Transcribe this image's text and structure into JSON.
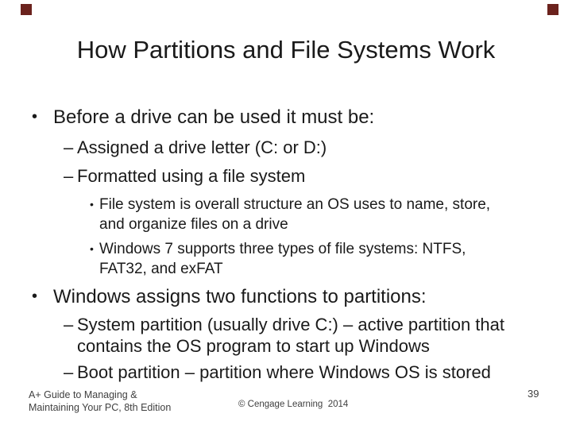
{
  "slide": {
    "title": "How Partitions and File Systems Work",
    "accent_color": "#6b221d",
    "text_color": "#1a1a1a",
    "footer_color": "#404040",
    "bullets": [
      {
        "level": 1,
        "marker": "•",
        "text": "Before a drive can be used it must be:"
      },
      {
        "level": 2,
        "marker": "–",
        "text": "Assigned a drive letter (C: or D:)"
      },
      {
        "level": 2,
        "marker": "–",
        "text": "Formatted using a file system"
      },
      {
        "level": 3,
        "marker": "•",
        "text": "File system is overall structure an OS uses to name, store, and organize files on a drive"
      },
      {
        "level": 3,
        "marker": "•",
        "text": "Windows 7 supports three types of file systems: NTFS, FAT32, and exFAT"
      },
      {
        "level": 1,
        "marker": "•",
        "text": "Windows assigns two functions to partitions:"
      },
      {
        "level": 2,
        "marker": "–",
        "text": "System partition (usually drive C:) – active partition that contains the OS program to start up Windows"
      },
      {
        "level": 2,
        "marker": "–",
        "text": "Boot partition – partition where Windows OS is stored"
      }
    ],
    "footer": {
      "left_line1": "A+ Guide to Managing &",
      "left_line2": "Maintaining Your PC, 8th Edition",
      "center": "© Cengage Learning  2014",
      "page_number": "39"
    }
  }
}
